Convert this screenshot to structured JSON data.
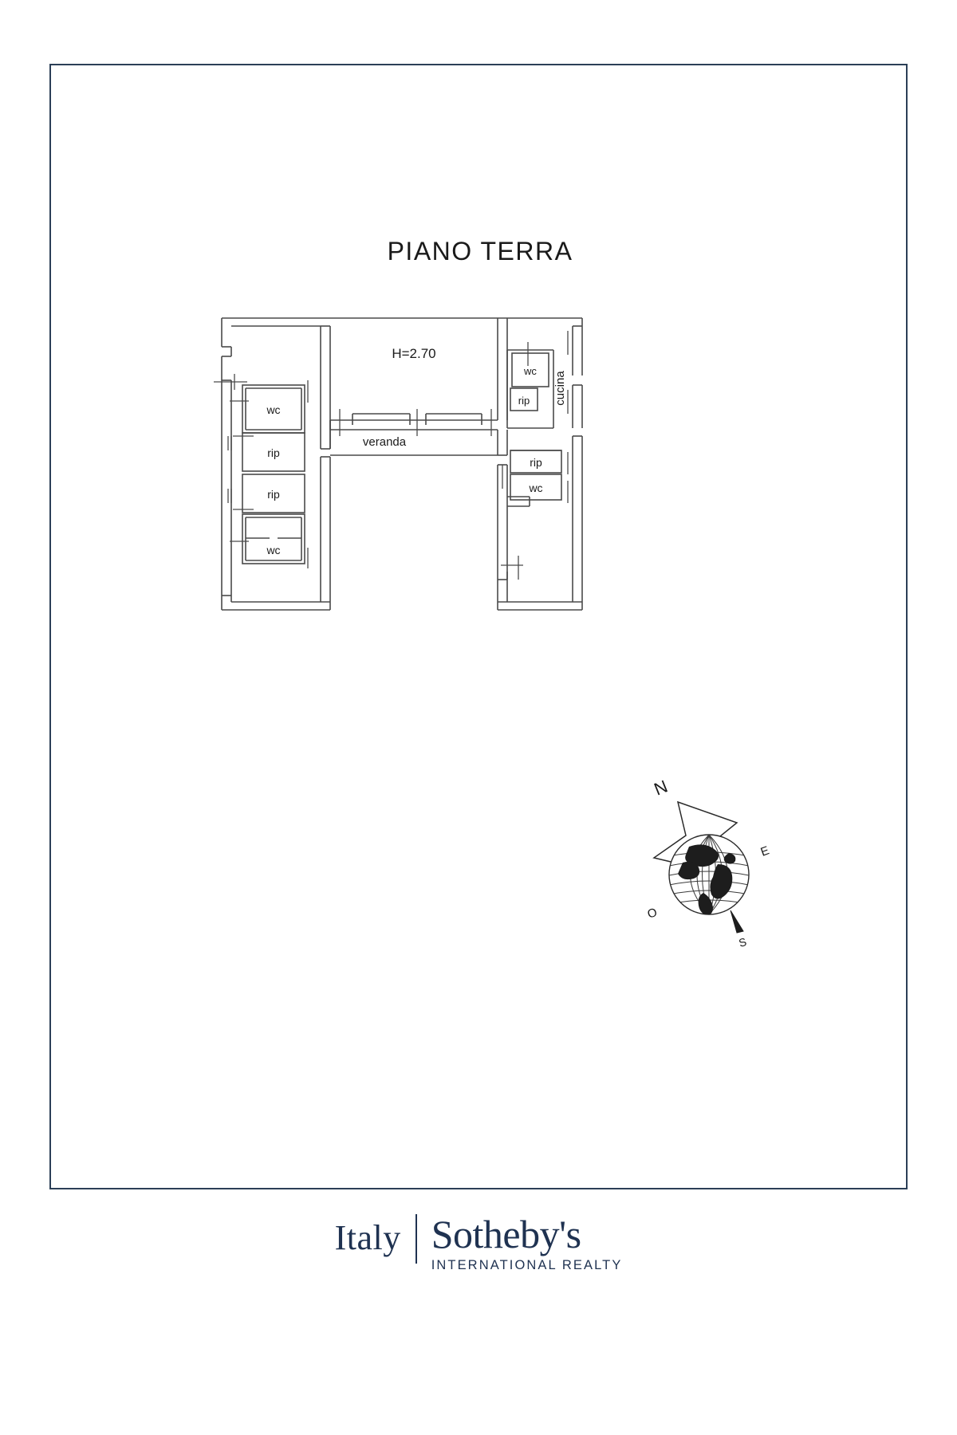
{
  "document": {
    "type": "floor-plan",
    "title": "PIANO TERRA",
    "frame_color": "#2b3f57",
    "line_color": "#4a4a4a"
  },
  "plan": {
    "height_note": "H=2.70",
    "rooms": [
      {
        "id": "wc-left-upper",
        "label": "wc"
      },
      {
        "id": "rip-left-upper",
        "label": "rip"
      },
      {
        "id": "rip-left-lower",
        "label": "rip"
      },
      {
        "id": "wc-left-lower",
        "label": "wc"
      },
      {
        "id": "veranda",
        "label": "veranda"
      },
      {
        "id": "wc-right-upper",
        "label": "wc"
      },
      {
        "id": "rip-right-upper",
        "label": "rip"
      },
      {
        "id": "cucina",
        "label": "cucina"
      },
      {
        "id": "rip-right-lower",
        "label": "rip"
      },
      {
        "id": "wc-right-lower",
        "label": "wc"
      }
    ]
  },
  "compass": {
    "name": "compass-rose",
    "north": "N",
    "east": "E",
    "west": "O",
    "south": "S"
  },
  "footer": {
    "brand_region": "Italy",
    "brand_name": "Sotheby's",
    "brand_subtitle": "INTERNATIONAL REALTY",
    "brand_color": "#1f3251"
  }
}
